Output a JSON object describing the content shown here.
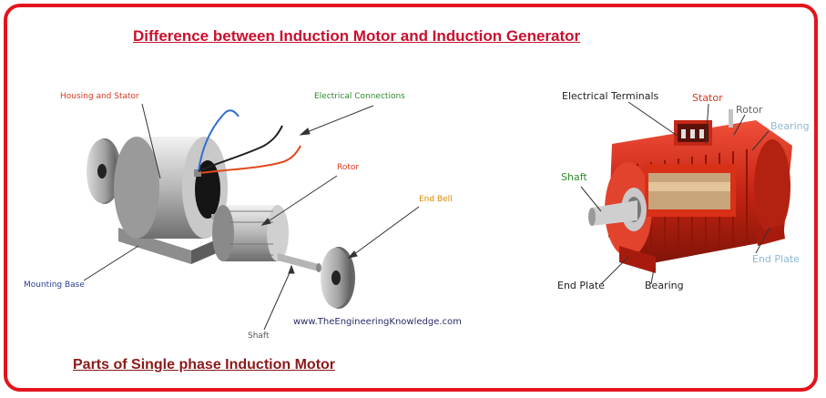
{
  "title": "Difference between Induction Motor and Induction Generator",
  "caption": "Parts of Single phase Induction Motor",
  "website": "www.TheEngineeringKnowledge.com",
  "left_diagram": {
    "labels": {
      "housing_stator": "Housing and Stator",
      "electrical_connections": "Electrical Connections",
      "rotor": "Rotor",
      "end_bell": "End Bell",
      "mounting_base": "Mounting Base",
      "shaft": "Shaft"
    }
  },
  "right_diagram": {
    "labels": {
      "electrical_terminals": "Electrical Terminals",
      "stator": "Stator",
      "rotor": "Rotor",
      "bearing_top": "Bearing",
      "shaft": "Shaft",
      "end_plate_right": "End Plate",
      "end_plate_bottom": "End Plate",
      "bearing_bottom": "Bearing"
    }
  },
  "colors": {
    "frame": "#e3141d",
    "title": "#c8102e",
    "caption": "#8b1a1a",
    "label_red": "#d9381e",
    "label_green": "#2e8b2e",
    "label_orange": "#d98a00",
    "label_blue": "#2b3f8f",
    "label_gray": "#666666",
    "label_lightblue": "#8fb8d6",
    "motor_red": "#d42a1a"
  }
}
